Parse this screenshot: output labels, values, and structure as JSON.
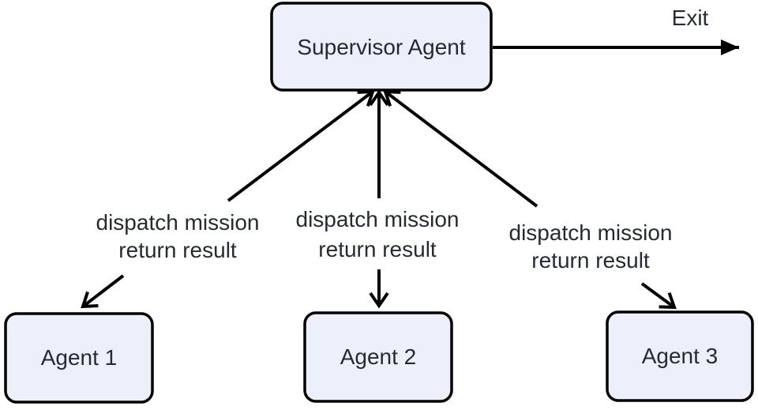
{
  "diagram": {
    "nodes": {
      "supervisor": {
        "label": "Supervisor Agent"
      },
      "agent1": {
        "label": "Agent 1"
      },
      "agent2": {
        "label": "Agent 2"
      },
      "agent3": {
        "label": "Agent 3"
      }
    },
    "edges": {
      "exit": {
        "label": "Exit"
      },
      "supervisor_agent1": {
        "lines": [
          "dispatch mission",
          "return result"
        ]
      },
      "supervisor_agent2": {
        "lines": [
          "dispatch mission",
          "return result"
        ]
      },
      "supervisor_agent3": {
        "lines": [
          "dispatch mission",
          "return result"
        ]
      }
    },
    "colors": {
      "node_fill": "#edf0fa",
      "stroke": "#000000",
      "text": "#262a33",
      "background": "#ffffff"
    }
  }
}
